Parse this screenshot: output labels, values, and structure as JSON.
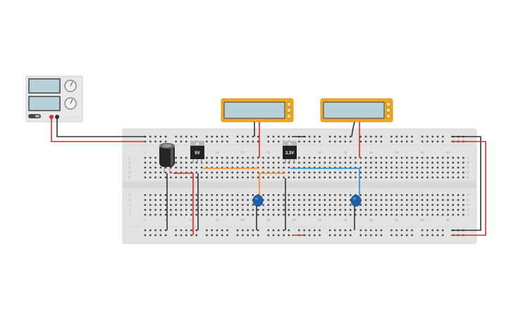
{
  "regulator_1": {
    "label": "5V"
  },
  "regulator_2": {
    "label": "3.3V"
  },
  "breadboard": {
    "column_numbers": [
      "1",
      "5",
      "10",
      "15",
      "20",
      "25",
      "30",
      "35",
      "40",
      "45",
      "50",
      "55",
      "60"
    ],
    "row_letters_top": [
      "J",
      "I",
      "H",
      "G",
      "F"
    ],
    "row_letters_bottom": [
      "E",
      "D",
      "C",
      "B",
      "A"
    ]
  },
  "colors": {
    "wire_red": "#e0262b",
    "wire_black": "#333333",
    "wire_orange": "#f0901e",
    "wire_blue": "#1e8fd8",
    "multimeter_body": "#f2a81d",
    "screen": "#b8d0d8",
    "breadboard": "#e3e3e3",
    "capacitor": "#1f5faa"
  },
  "icons": [
    "power-supply-icon",
    "multimeter-icon",
    "electrolytic-capacitor-icon",
    "voltage-regulator-icon",
    "ceramic-capacitor-icon"
  ]
}
